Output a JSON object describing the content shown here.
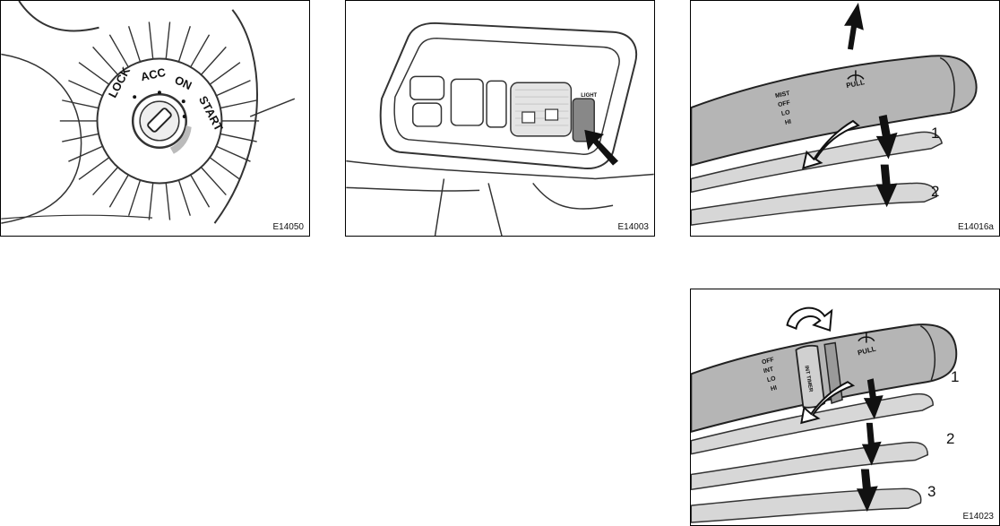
{
  "figures": [
    {
      "code": "E14050",
      "ignition_labels": [
        "LOCK",
        "ACC",
        "ON",
        "START"
      ]
    },
    {
      "code": "E14003",
      "switch_label": "LIGHT"
    },
    {
      "code": "E14016a",
      "stalk_labels": [
        "MIST",
        "OFF",
        "LO",
        "HI"
      ],
      "pull_label": "PULL",
      "positions": [
        "1",
        "2"
      ]
    },
    {
      "code": "E14023",
      "stalk_labels": [
        "OFF",
        "INT",
        "LO",
        "HI"
      ],
      "timer_label": "INT TIMER",
      "pull_label": "PULL",
      "positions": [
        "1",
        "2",
        "3"
      ]
    }
  ]
}
